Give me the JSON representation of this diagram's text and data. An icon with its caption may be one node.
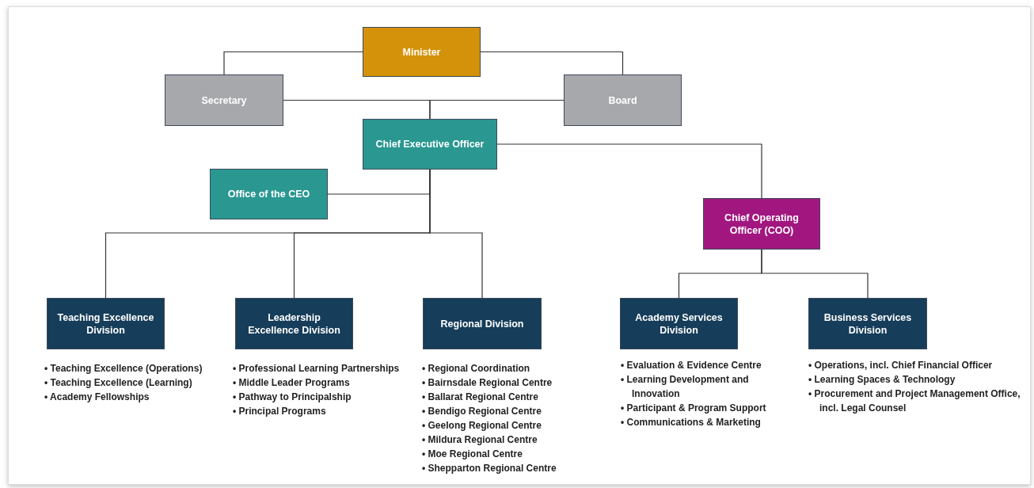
{
  "diagram": {
    "nodes": [
      {
        "text": [
          "Minister"
        ]
      },
      {
        "text": [
          "Secretary"
        ]
      },
      {
        "text": [
          "Board"
        ]
      },
      {
        "text": [
          "Chief Executive Officer"
        ]
      },
      {
        "text": [
          "Office of the CEO"
        ]
      },
      {
        "text": [
          "Chief Operating Officer (COO)"
        ]
      },
      {
        "text": [
          "Teaching Excellence Division"
        ],
        "beside": [
          "• Teaching Excellence (Operations)",
          "• Teaching Excellence (Learning)",
          "• Academy Fellowships"
        ]
      },
      {
        "text": [
          "Leadership Excellence Division"
        ],
        "beside": [
          "• Professional Learning Partnerships",
          "• Middle Leader Programs",
          "• Pathway to Principalship",
          "• Principal Programs"
        ]
      },
      {
        "text": [
          "Regional Division"
        ],
        "beside": [
          "• Regional Coordination",
          "• Bairnsdale Regional Centre",
          "• Ballarat Regional Centre",
          "• Bendigo Regional Centre",
          "• Geelong Regional Centre",
          "• Mildura Regional Centre",
          "• Moe Regional Centre",
          "• Shepparton Regional Centre"
        ]
      },
      {
        "text": [
          "Academy Services Division"
        ],
        "beside": [
          "• Evaluation & Evidence Centre",
          "• Learning Development and Innovation",
          "• Participant & Program Support",
          "• Communications & Marketing"
        ]
      },
      {
        "text": [
          "Business Services Division"
        ],
        "beside": [
          "• Operations, incl. Chief Financial Officer",
          "• Learning Spaces & Technology",
          "• Procurement and Project Management Office, incl. Legal Counsel"
        ]
      }
    ],
    "edges": [
      {
        "from": 0,
        "to": 1,
        "arrow": "none"
      },
      {
        "from": 0,
        "to": 2,
        "arrow": "none"
      },
      {
        "from": 1,
        "to": 3,
        "arrow": "none"
      },
      {
        "from": 2,
        "to": 3,
        "arrow": "none"
      },
      {
        "from": 3,
        "to": 4,
        "arrow": "none"
      },
      {
        "from": 3,
        "to": 5,
        "arrow": "none"
      },
      {
        "from": 3,
        "to": 6,
        "arrow": "none"
      },
      {
        "from": 3,
        "to": 7,
        "arrow": "none"
      },
      {
        "from": 3,
        "to": 8,
        "arrow": "none"
      },
      {
        "from": 5,
        "to": 9,
        "arrow": "none"
      },
      {
        "from": 5,
        "to": 10,
        "arrow": "none"
      }
    ]
  }
}
